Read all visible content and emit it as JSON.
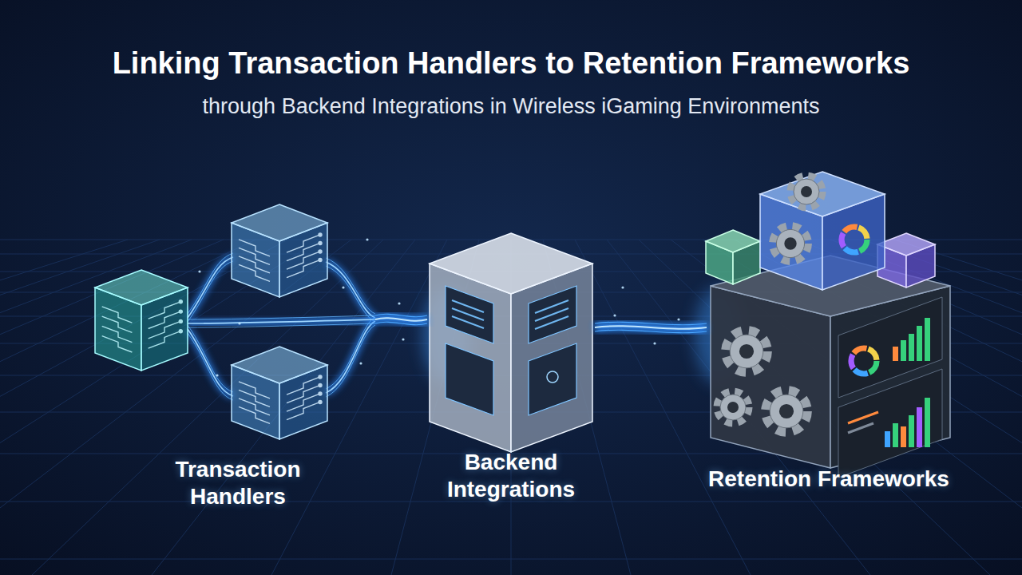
{
  "diagram": {
    "title": "Linking Transaction Handlers to Retention Frameworks",
    "caption": "through Backend Integrations in Wireless iGaming Environments",
    "nodes": [
      {
        "text": [
          "Transaction Handlers"
        ]
      },
      {
        "text": [
          "Backend Integrations"
        ]
      },
      {
        "text": [
          "Retention Frameworks"
        ]
      }
    ],
    "edges": [
      {
        "from": 0,
        "to": 1,
        "arrow": "none"
      },
      {
        "from": 1,
        "to": 2,
        "arrow": "none"
      }
    ]
  }
}
